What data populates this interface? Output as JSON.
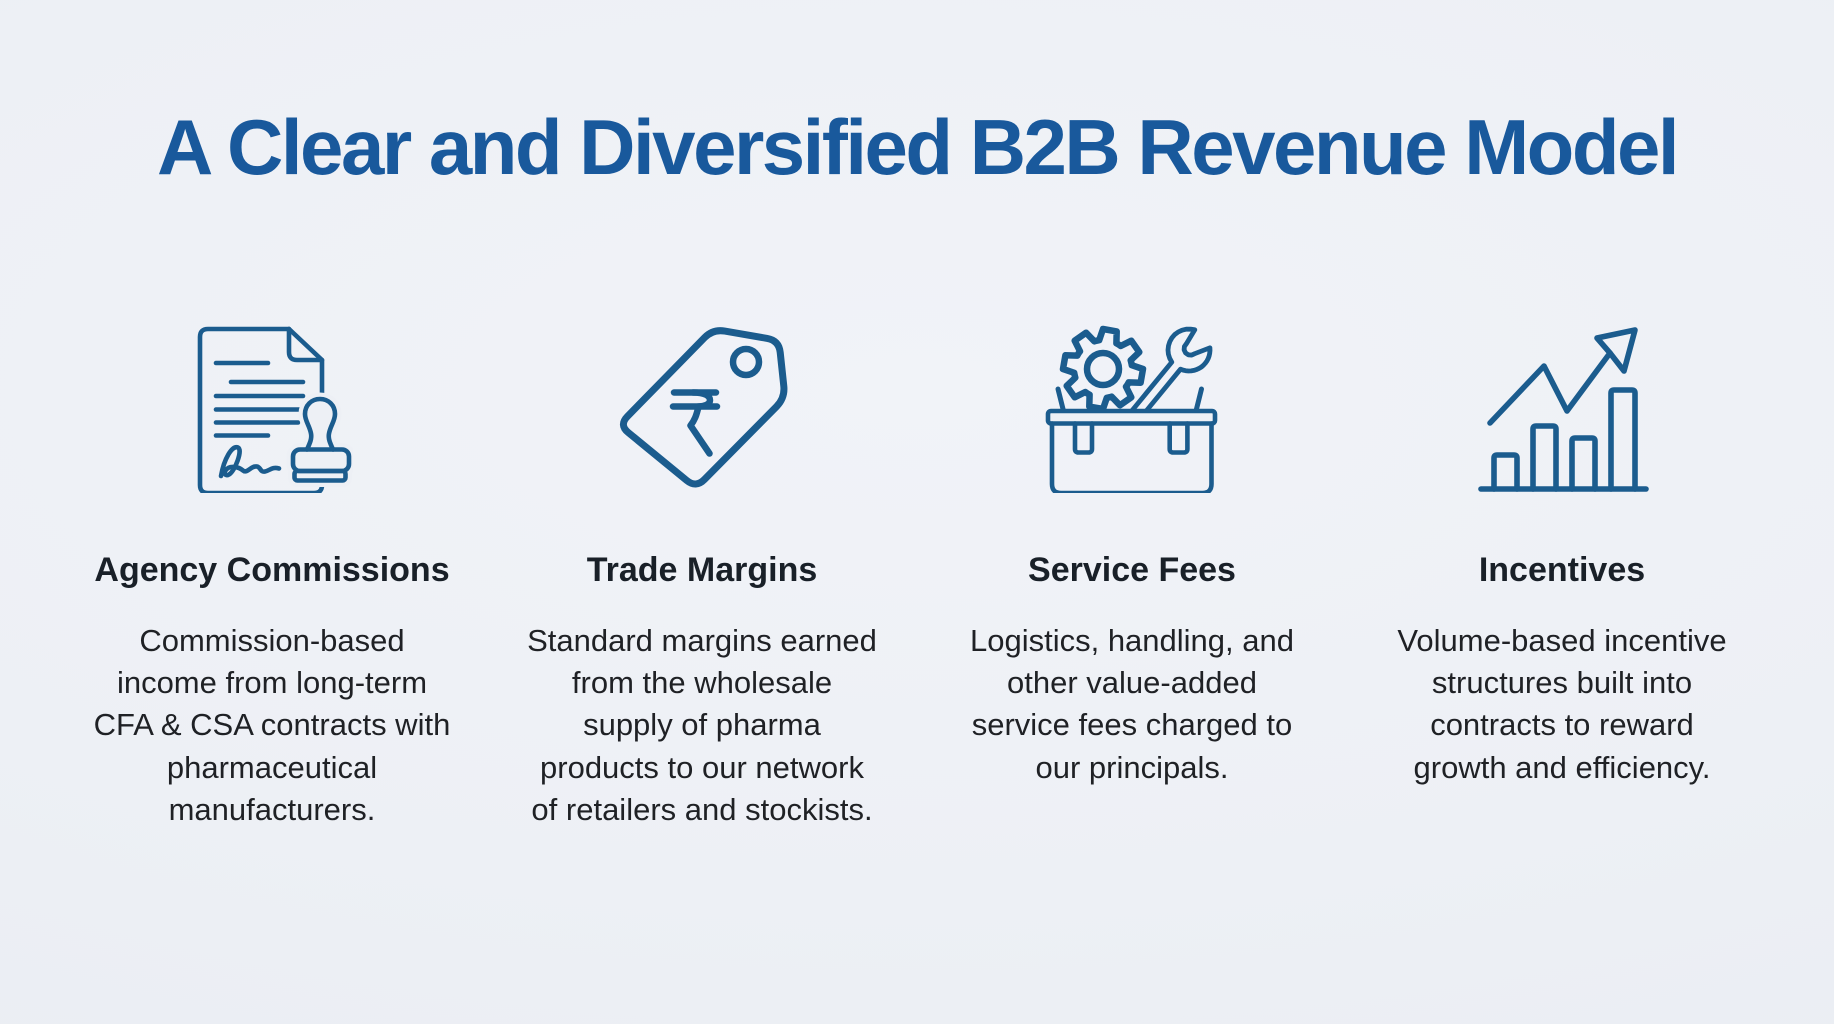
{
  "title": "A Clear and Diversified B2B Revenue Model",
  "colors": {
    "background": "#edf0f5",
    "title_blue": "#19599c",
    "icon_blue": "#1b5c8e",
    "heading_dark": "#192028",
    "body_dark": "#1f2125"
  },
  "columns": [
    {
      "icon": "contract-stamp-icon",
      "heading": "Agency Commissions",
      "body_lines": [
        "Commission-based",
        "income from long-term",
        "CFA & CSA contracts with",
        "pharmaceutical",
        "manufacturers."
      ]
    },
    {
      "icon": "price-tag-rupee-icon",
      "heading": "Trade Margins",
      "body_lines": [
        "Standard margins earned",
        "from the wholesale",
        "supply of pharma",
        "products to our network",
        "of retailers and stockists."
      ]
    },
    {
      "icon": "toolbox-gear-wrench-icon",
      "heading": "Service Fees",
      "body_lines": [
        "Logistics, handling, and",
        "other value-added",
        "service fees charged to",
        "our principals."
      ]
    },
    {
      "icon": "growth-chart-arrow-icon",
      "heading": "Incentives",
      "body_lines": [
        "Volume-based incentive",
        "structures built into",
        "contracts to reward",
        "growth and efficiency."
      ]
    }
  ]
}
